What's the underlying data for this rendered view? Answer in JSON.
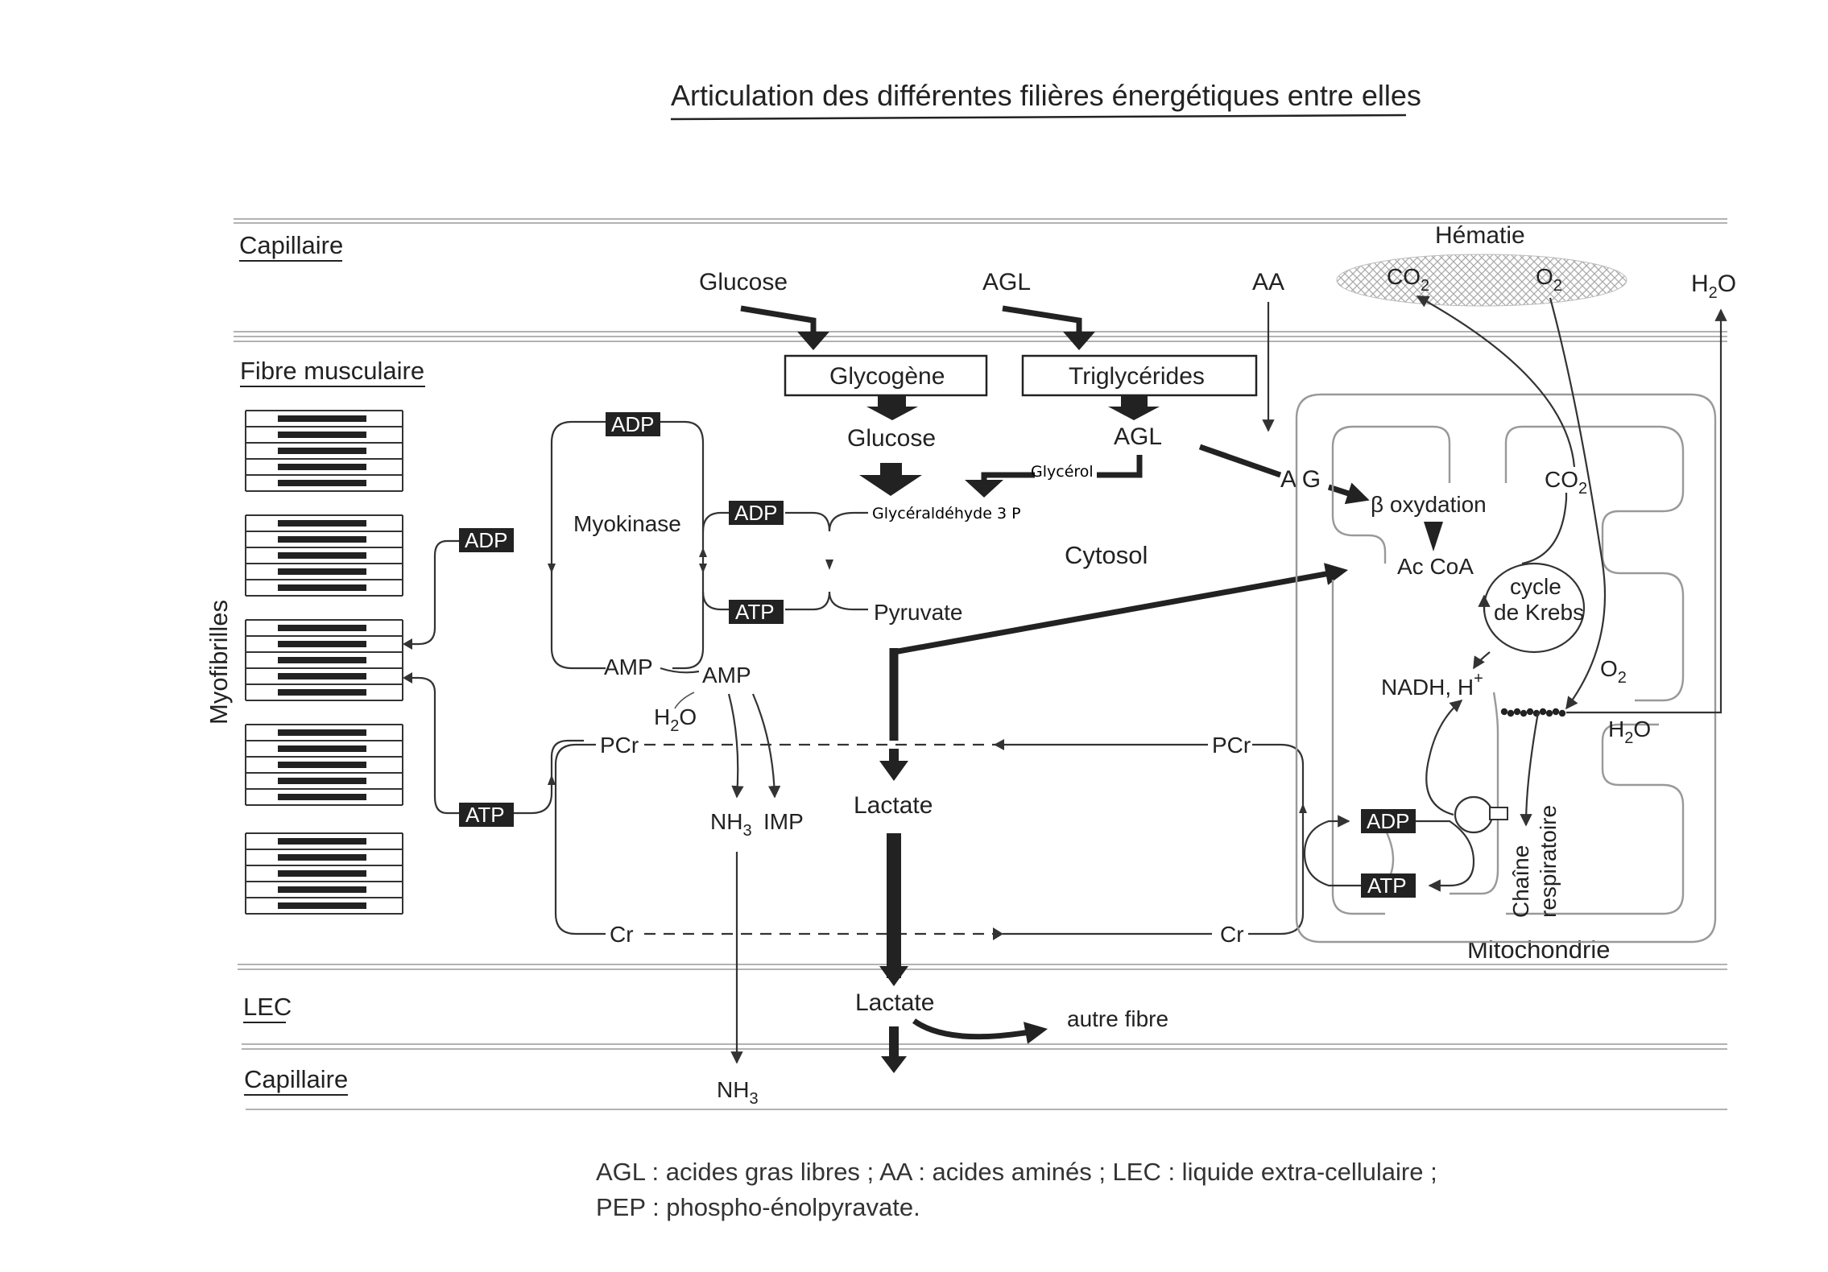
{
  "title": "Articulation des différentes filières énergétiques entre elles",
  "compartments": {
    "capillaire_top": "Capillaire",
    "fibre": "Fibre musculaire",
    "lec": "LEC",
    "capillaire_bottom": "Capillaire",
    "myofibrilles": "Myofibrilles",
    "cytosol": "Cytosol",
    "mitochondrie": "Mitochondrie",
    "hematie": "Hématie"
  },
  "capillary_inputs": {
    "glucose": "Glucose",
    "agl": "AGL",
    "aa": "AA",
    "h2o": "H",
    "h2o_sub": "2",
    "h2o_end": "O"
  },
  "hematie_gases": {
    "co2": "CO",
    "co2_sub": "2",
    "o2": "O",
    "o2_sub": "2"
  },
  "stores": {
    "glycogene": "Glycogène",
    "triglycerides": "Triglycérides"
  },
  "cytosol": {
    "glucose": "Glucose",
    "agl": "AGL",
    "glycerol": "Glycérol",
    "g3p": "Glycéraldéhyde 3 P",
    "pyruvate": "Pyruvate",
    "lactate": "Lactate",
    "myokinase": "Myokinase",
    "amp_left": "AMP",
    "amp_right": "AMP",
    "h2o": "H",
    "h2o_sub": "2",
    "h2o_end": "O",
    "nh3": "NH",
    "nh3_sub": "3",
    "imp": "IMP",
    "pcr_left": "PCr",
    "pcr_right": "PCr",
    "cr_left": "Cr",
    "cr_right": "Cr"
  },
  "boxes": {
    "adp_myo": "ADP",
    "atp_myo": "ATP",
    "adp_top": "ADP",
    "adp_mid": "ADP",
    "atp_mid": "ATP",
    "adp_mito": "ADP",
    "atp_mito": "ATP"
  },
  "mitochondria": {
    "ag": "A G",
    "beta": "β oxydation",
    "accoa": "Ac CoA",
    "krebs_1": "cycle",
    "krebs_2": "de Krebs",
    "co2": "CO",
    "co2_sub": "2",
    "o2": "O",
    "o2_sub": "2",
    "nadh": "NADH, H",
    "nadh_sup": "+",
    "h2o": "H",
    "h2o_sub": "2",
    "h2o_end": "O",
    "chaine_1": "Chaîne",
    "chaine_2": "respiratoire"
  },
  "lec": {
    "lactate": "Lactate",
    "autre_fibre": "autre fibre"
  },
  "capillary_out": {
    "nh3": "NH",
    "nh3_sub": "3"
  },
  "legend": {
    "line1": "AGL : acides gras libres ; AA : acides aminés ; LEC : liquide extra-cellulaire ;",
    "line2": "PEP : phospho-énolpyravate."
  }
}
